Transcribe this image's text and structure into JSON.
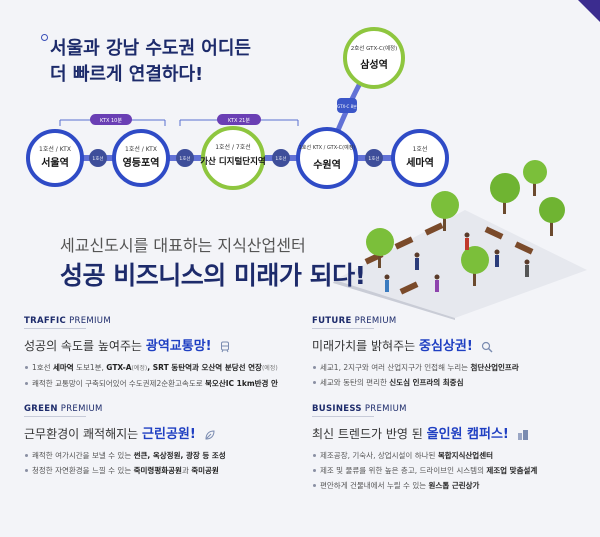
{
  "headline": {
    "line1": "서울과 강남 수도권 어디든",
    "line2": "더 빠르게 연결하다!"
  },
  "route": {
    "segment_badges": [
      "KTX 10분",
      "KTX 21분"
    ],
    "gtx_badge": "GTX-C 8분",
    "stations": [
      {
        "line": "1호선 / KTX",
        "name": "서울역"
      },
      {
        "line": "1호선 / KTX",
        "name": "영등포역"
      },
      {
        "line": "1호선 / 7호선",
        "name": "가산 디지털단지역"
      },
      {
        "line": "1호선 KTX / GTX-C(예정)",
        "name": "수원역"
      },
      {
        "line": "1호선",
        "name": "세마역"
      }
    ],
    "top_station": {
      "line": "2호선 GTX-C(예정)",
      "name": "삼성역"
    },
    "between_labels": [
      "1호선",
      "1호선",
      "1호선",
      "1호선"
    ]
  },
  "subtitle": {
    "small": "세교신도시를 대표하는 지식산업센터",
    "big": "성공 비즈니스의 미래가 되다!"
  },
  "sections": {
    "traffic": {
      "tag": "TRAFFIC",
      "tag2": "PREMIUM",
      "title_pre": "성공의 속도를 높여주는 ",
      "title_hl": "광역교통망!",
      "icon": "train-icon",
      "items": [
        {
          "a": "1호선 ",
          "b": "세마역",
          "c": " 도보1분, ",
          "d": "GTX-A",
          "e": "(예정)",
          "f": ", SRT 동탄역과 오산역 분당선 연장",
          "g": "(예정)"
        },
        {
          "a": "쾌적한 교통망이 구축되어있어 수도권제2순환고속도로 ",
          "b": "북오산IC 1km반경 안"
        }
      ]
    },
    "future": {
      "tag": "FUTURE",
      "tag2": "PREMIUM",
      "title_pre": "미래가치를 밝혀주는 ",
      "title_hl": "중심상권!",
      "icon": "search-icon",
      "items": [
        {
          "a": "세교1, 2지구와 여러 산업지구가 인접해 누리는 ",
          "b": "첨단산업인프라"
        },
        {
          "a": "세교와 동탄의 편리한 ",
          "b": "신도심 인프라의 최중심"
        }
      ]
    },
    "green": {
      "tag": "GREEN",
      "tag2": "PREMIUM",
      "title_pre": "근무환경이 쾌적해지는 ",
      "title_hl": "근린공원!",
      "icon": "leaf-icon",
      "items": [
        {
          "a": "쾌적한 여가시간을 보낼 수 있는 ",
          "b": "썬큰, 옥상정원, 광장 등 조성"
        },
        {
          "a": "청정한 자연환경을 느낄 수 있는 ",
          "b": "죽미령평화공원",
          "c": "과 ",
          "d": "죽미공원"
        }
      ]
    },
    "business": {
      "tag": "BUSINESS",
      "tag2": "PREMIUM",
      "title_pre": "최신 트렌드가 반영 된 ",
      "title_hl": "올인원 캠퍼스!",
      "icon": "building-icon",
      "items": [
        {
          "a": "제조공장, 기숙사, 상업시설이 하나된 ",
          "b": "복합지식산업센터"
        },
        {
          "a": "제조 및 물류를 위한 높은 층고, 드라이브인 시스템의 ",
          "b": "제조업 맞춤설계"
        },
        {
          "a": "편안하게 건물내에서 누릴 수 있는 ",
          "b": "원스톱 근린상가"
        }
      ]
    }
  },
  "colors": {
    "navy": "#1d2b6b",
    "accent_blue": "#1f3fc2",
    "route_blue": "#2f4bc6",
    "badge_purple": "#6a3fb4",
    "station_green": "#8ec63f"
  }
}
